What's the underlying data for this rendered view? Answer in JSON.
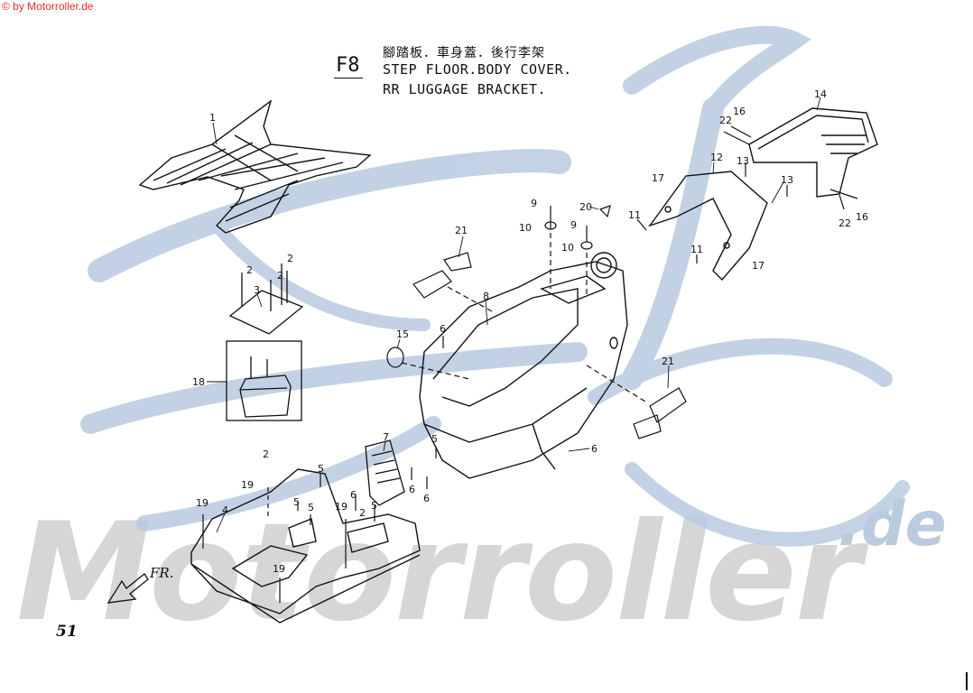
{
  "copyright": "© by Motorroller.de",
  "header": {
    "code": "F8",
    "title_cn": "腳踏板．車身蓋．後行李架",
    "title_en_line1": "STEP FLOOR.BODY COVER.",
    "title_en_line2": "RR LUGGAGE BRACKET."
  },
  "direction_label": "FR.",
  "page_number": "51",
  "watermark": {
    "text": "Motorroller",
    "suffix": ".de"
  },
  "colors": {
    "line": "#111111",
    "watermark_blue": "#b8cbe0",
    "watermark_gray": "#c9c9c9",
    "copyright": "#e0302a"
  },
  "callouts": {
    "c1": "1",
    "c2a": "2",
    "c2b": "2",
    "c2c": "2",
    "c2d": "2",
    "c2e": "2",
    "c3": "3",
    "c4": "4",
    "c5a": "5",
    "c5b": "5",
    "c5c": "5",
    "c5d": "5",
    "c5e": "5",
    "c6a": "6",
    "c6b": "6",
    "c6c": "6",
    "c6d": "6",
    "c6e": "6",
    "c7": "7",
    "c8": "8",
    "c9a": "9",
    "c9b": "9",
    "c10a": "10",
    "c10b": "10",
    "c11a": "11",
    "c11b": "11",
    "c12": "12",
    "c13a": "13",
    "c13b": "13",
    "c14": "14",
    "c15": "15",
    "c16a": "16",
    "c16b": "16",
    "c17a": "17",
    "c17b": "17",
    "c18": "18",
    "c19a": "19",
    "c19b": "19",
    "c19c": "19",
    "c19d": "19",
    "c20": "20",
    "c21a": "21",
    "c21b": "21",
    "c22a": "22",
    "c22b": "22"
  }
}
